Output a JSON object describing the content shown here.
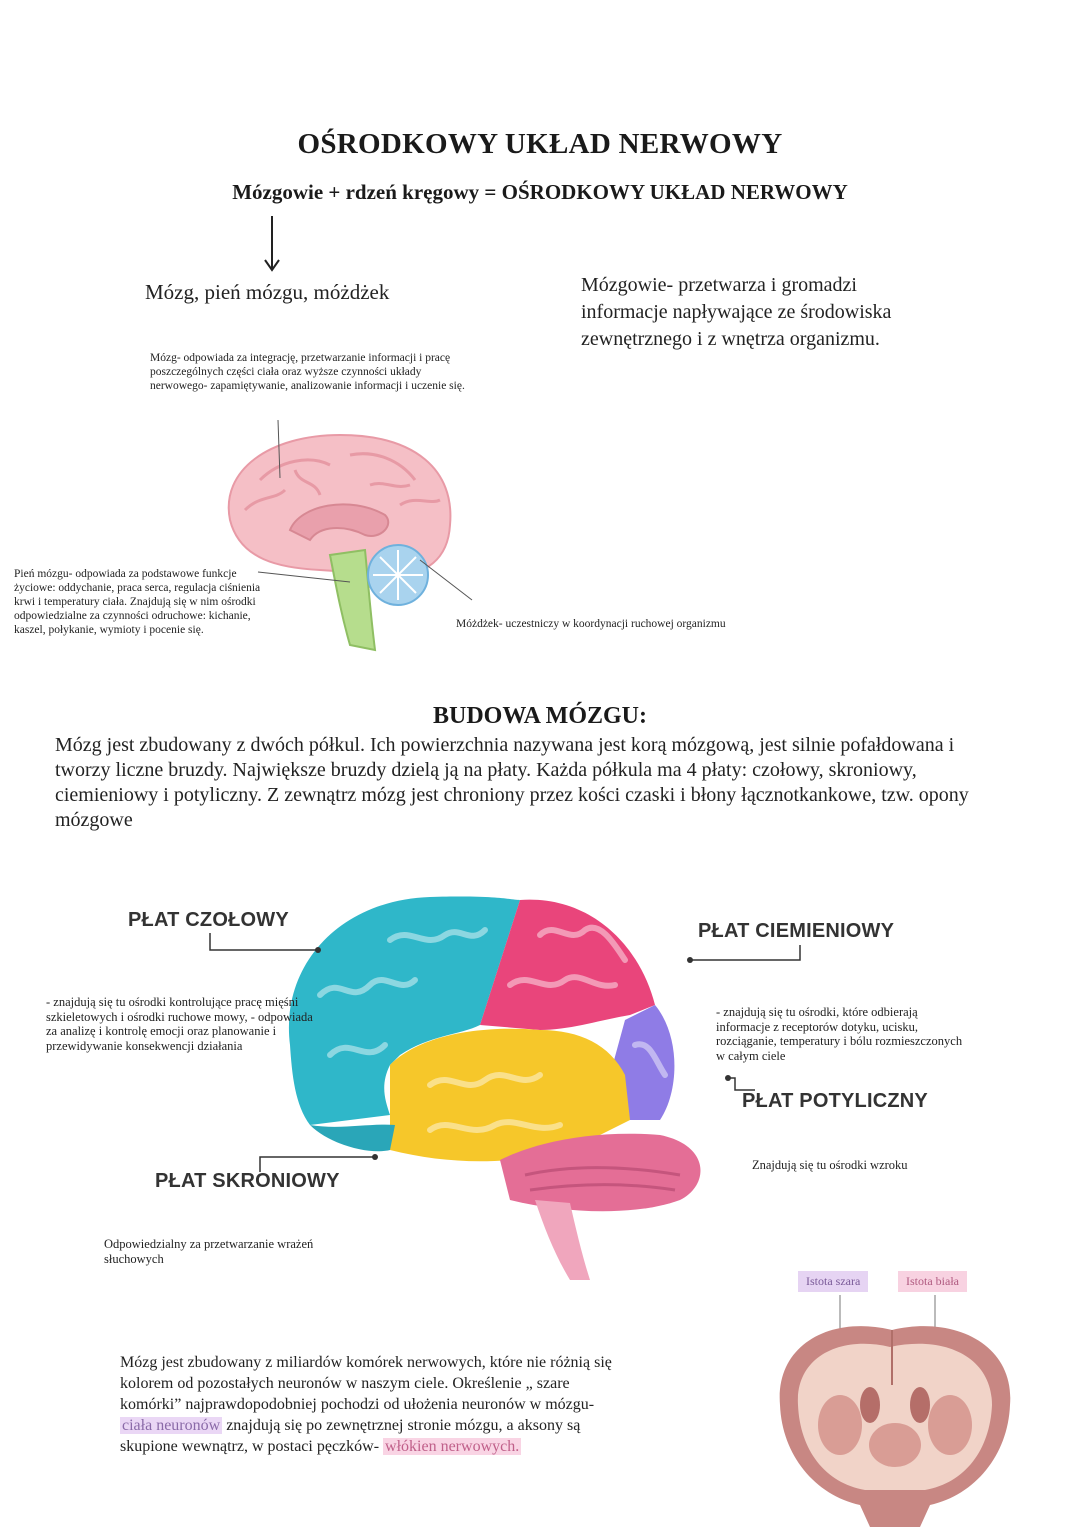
{
  "header": {
    "title": "OŚRODKOWY UKŁAD NERWOWY",
    "equation": "Mózgowie + rdzeń kręgowy = OŚRODKOWY UKŁAD NERWOWY"
  },
  "section1": {
    "parts": "Mózg, pień mózgu, móżdżek",
    "mozgowie_definition": "Mózgowie- przetwarza i gromadzi informacje napływające ze środowiska zewnętrznego i z wnętrza organizmu.",
    "mozg_description": "Mózg- odpowiada za integrację, przetwarzanie informacji i pracę poszczególnych części ciała oraz wyższe czynności układy nerwowego- zapamiętywanie, analizowanie informacji i uczenie się.",
    "pien_description": "Pień mózgu- odpowiada za podstawowe funkcje życiowe: oddychanie, praca serca, regulacja ciśnienia krwi i temperatury ciała. Znajdują się w nim ośrodki odpowiedzialne za czynności odruchowe: kichanie, kaszel, połykanie, wymioty i pocenie się.",
    "mozdzek_description": "Móżdżek- uczestniczy w koordynacji ruchowej organizmu"
  },
  "section2": {
    "heading": "BUDOWA MÓZGU:",
    "text": "Mózg jest zbudowany z dwóch półkul. Ich powierzchnia nazywana jest korą mózgową, jest silnie pofałdowana i tworzy liczne bruzdy. Największe bruzdy dzielą ją na płaty. Każda półkula ma 4 płaty: czołowy, skroniowy, ciemieniowy i potyliczny. Z zewnątrz mózg jest chroniony przez kości czaski i błony łącznotkankowe, tzw. opony mózgowe"
  },
  "lobes": {
    "czolowy": {
      "label": "PŁAT CZOŁOWY",
      "desc": "- znajdują się tu ośrodki kontrolujące pracę mięśni szkieletowych i ośrodki ruchowe mowy, - odpowiada za analizę i kontrolę emocji oraz planowanie i przewidywanie konsekwencji działania",
      "color": "#2ab5c9"
    },
    "ciemieniowy": {
      "label": "PŁAT CIEMIENIOWY",
      "desc": "- znajdują się tu ośrodki, które odbierają informacje z receptorów dotyku, ucisku, rozciąganie, temperatury i bólu rozmieszczonych w całym ciele",
      "color": "#e8457a"
    },
    "potyliczny": {
      "label": "PŁAT POTYLICZNY",
      "desc": "Znajdują się tu ośrodki wzroku",
      "color": "#8f7be6"
    },
    "skroniowy": {
      "label": "PŁAT SKRONIOWY",
      "desc": "Odpowiedzialny za przetwarzanie wrażeń słuchowych",
      "color": "#f5c82a"
    }
  },
  "section3": {
    "text_part1": "Mózg jest zbudowany z miliardów komórek nerwowych, które nie różnią się kolorem od pozostałych neuronów w naszym ciele. Określenie „ szare komórki” najprawdopodobniej pochodzi od ułożenia neuronów w mózgu-",
    "highlight_cialo": "ciała neuronów",
    "text_part2": "znajdują się po zewnętrznej stronie mózgu, a aksony są skupione wewnątrz, w postaci pęczków-",
    "highlight_wlokna": "włókien nerwowych.",
    "tag_szara": "Istota szara",
    "tag_biala": "Istota biała"
  }
}
